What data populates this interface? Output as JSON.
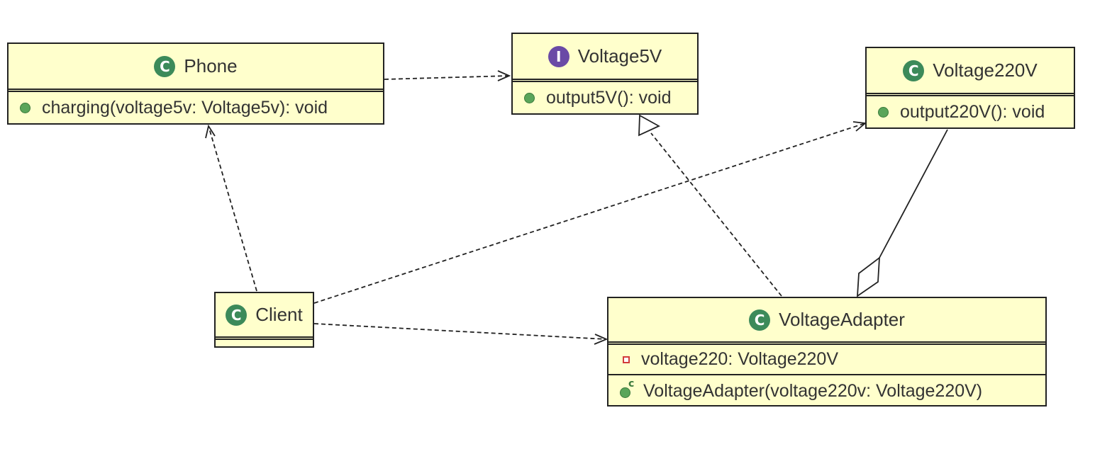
{
  "diagram": {
    "classes": {
      "phone": {
        "name": "Phone",
        "kind_icon": "class-icon",
        "badge_letter": "C",
        "operations": [
          {
            "icon": "public-method-icon",
            "text": "charging(voltage5v: Voltage5v): void"
          }
        ]
      },
      "voltage5v": {
        "name": "Voltage5V",
        "kind_icon": "interface-icon",
        "badge_letter": "I",
        "operations": [
          {
            "icon": "public-method-icon",
            "text": "output5V(): void"
          }
        ]
      },
      "voltage220v": {
        "name": "Voltage220V",
        "kind_icon": "class-icon",
        "badge_letter": "C",
        "operations": [
          {
            "icon": "public-method-icon",
            "text": "output220V(): void"
          }
        ]
      },
      "client": {
        "name": "Client",
        "kind_icon": "class-icon",
        "badge_letter": "C"
      },
      "voltage_adapter": {
        "name": "VoltageAdapter",
        "kind_icon": "class-icon",
        "badge_letter": "C",
        "attributes": [
          {
            "icon": "private-field-icon",
            "text": "voltage220: Voltage220V"
          }
        ],
        "operations": [
          {
            "icon": "constructor-icon",
            "marker": "c",
            "text": "VoltageAdapter(voltage220v: Voltage220V)"
          }
        ]
      }
    },
    "relations": [
      {
        "type": "dependency",
        "from": "Phone",
        "to": "Voltage5V"
      },
      {
        "type": "dependency",
        "from": "Client",
        "to": "Phone"
      },
      {
        "type": "dependency",
        "from": "Client",
        "to": "Voltage220V"
      },
      {
        "type": "dependency",
        "from": "Client",
        "to": "VoltageAdapter"
      },
      {
        "type": "realization",
        "from": "VoltageAdapter",
        "to": "Voltage5V"
      },
      {
        "type": "aggregation",
        "from": "VoltageAdapter",
        "to": "Voltage220V"
      }
    ],
    "colors": {
      "class_fill": "#ffffcc",
      "border": "#222222",
      "class_badge": "#3c8a5a",
      "interface_badge": "#6a4aa6",
      "public_dot": "#5aa55a",
      "private_marker": "#d23b3b"
    }
  }
}
